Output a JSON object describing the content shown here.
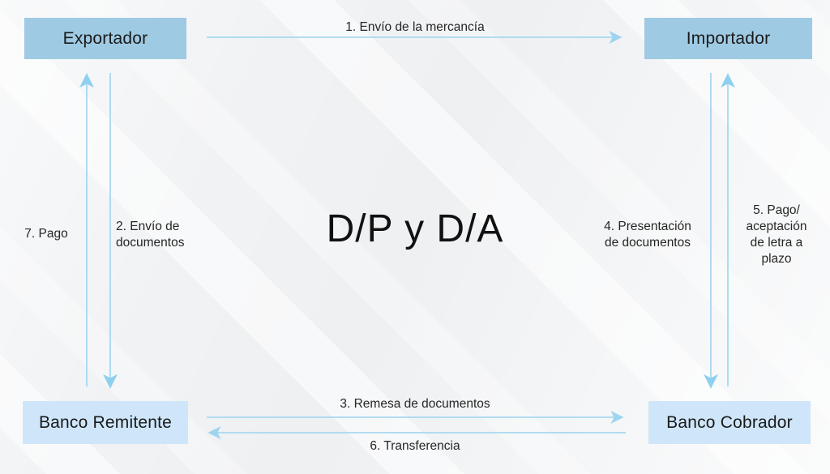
{
  "diagram": {
    "title": "D/P y D/A",
    "accent_box_top_color": "#9fcae3",
    "accent_box_bottom_color": "#cfe6fa",
    "arrow_color": "#9ed4ef",
    "background_color": "#eef0f2",
    "nodes": [
      {
        "id": "exportador",
        "label": "Exportador",
        "position": "top-left"
      },
      {
        "id": "importador",
        "label": "Importador",
        "position": "top-right"
      },
      {
        "id": "banco-remitente",
        "label": "Banco Remitente",
        "position": "bottom-left"
      },
      {
        "id": "banco-cobrador",
        "label": "Banco Cobrador",
        "position": "bottom-right"
      }
    ],
    "flows": [
      {
        "step": 1,
        "label": "1. Envío de la mercancía",
        "from": "exportador",
        "to": "importador",
        "direction": "right"
      },
      {
        "step": 2,
        "label": "2. Envío de\ndocumentos",
        "from": "exportador",
        "to": "banco-remitente",
        "direction": "down"
      },
      {
        "step": 3,
        "label": "3. Remesa de documentos",
        "from": "banco-remitente",
        "to": "banco-cobrador",
        "direction": "right"
      },
      {
        "step": 4,
        "label": "4. Presentación\nde documentos",
        "from": "importador",
        "to": "banco-cobrador",
        "direction": "down"
      },
      {
        "step": 5,
        "label": "5. Pago/\naceptación\nde letra a\nplazo",
        "from": "banco-cobrador",
        "to": "importador",
        "direction": "up"
      },
      {
        "step": 6,
        "label": "6. Transferencia",
        "from": "banco-cobrador",
        "to": "banco-remitente",
        "direction": "left"
      },
      {
        "step": 7,
        "label": "7. Pago",
        "from": "banco-remitente",
        "to": "exportador",
        "direction": "up"
      }
    ]
  }
}
